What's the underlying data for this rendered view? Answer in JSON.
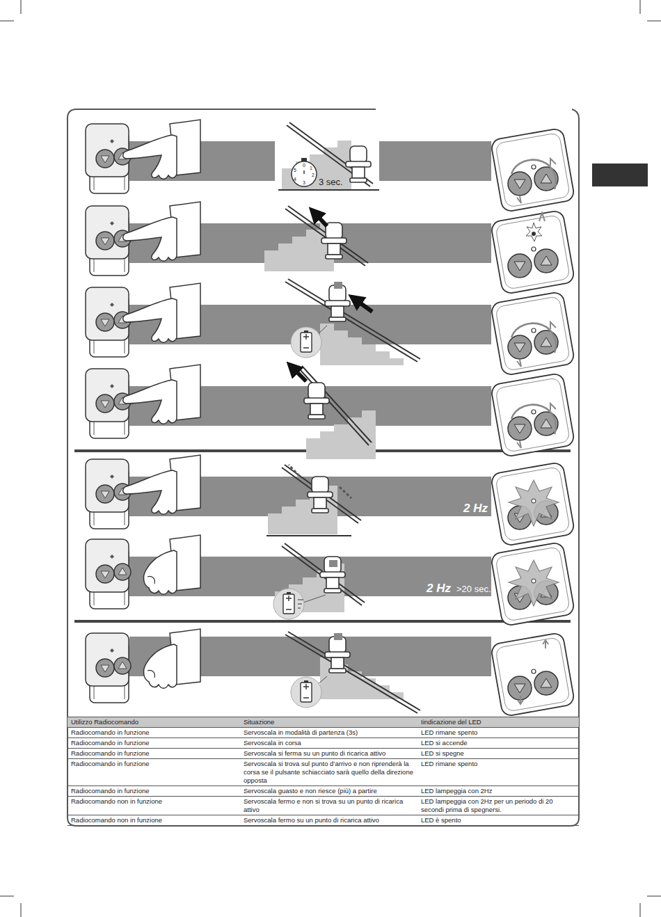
{
  "diagram": {
    "labels": [
      "3 sec.",
      "0",
      "1",
      "2",
      "3",
      "4",
      "5",
      "2 Hz",
      "2 Hz",
      ">20 sec.",
      "Utilizzo Radiocomando",
      "Situazione",
      "Iindicazione del LED",
      "Radiocomando in funzione",
      "Servoscala in modalità di partenza (3s)",
      "LED rimane spento",
      "Radiocomando in funzione",
      "Servoscala in corsa",
      "LED si accende",
      "Radiocomando in funzione",
      "Servoscala si ferma su un punto di ricarica attivo",
      "LED si spegne",
      "Radiocomando in funzione",
      "Servoscala si trova sul punto d’arrivo e non riprenderà la corsa se il pulsante schiacciato sarà quello della direzione opposta",
      "LED rimane spento",
      "Radiocomando in funzione",
      "Servoscala guasto e non riesce (più) a partire",
      "LED lampeggia con 2Hz",
      "Radiocomando non in funzione",
      "Servoscala fermo e non si trova su un punto di ricarica attivo",
      "LED lampeggia con 2Hz per un periodo di 20 secondi prima di spegnersi.",
      "Radiocomando non in funzione",
      "Servoscala fermo su un punto di ricarica attivo",
      "LED è spento"
    ]
  }
}
